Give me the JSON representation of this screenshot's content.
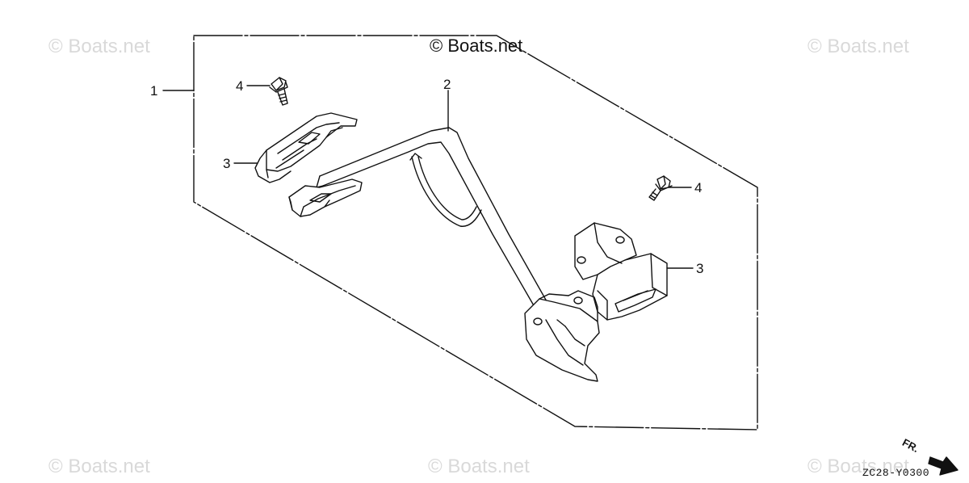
{
  "watermarks": {
    "top_left": "© Boats.net",
    "top_center": "© Boats.net",
    "top_right": "© Boats.net",
    "bottom_left": "© Boats.net",
    "bottom_center": "© Boats.net",
    "bottom_right": "© Boats.net"
  },
  "callouts": {
    "part_1": "1",
    "part_2": "2",
    "part_3_left": "3",
    "part_3_right": "3",
    "part_4_left": "4",
    "part_4_right": "4"
  },
  "diagram_code": "ZC28-Y0300",
  "front_indicator": "FR.",
  "colors": {
    "line": "#111111",
    "watermark": "#d9d9d9"
  }
}
